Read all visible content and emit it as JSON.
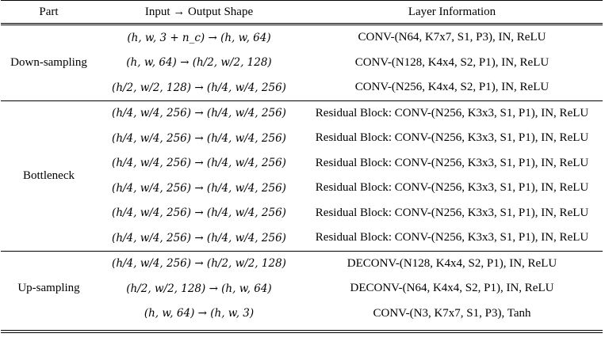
{
  "table": {
    "headers": {
      "part": "Part",
      "shape": "Input → Output Shape",
      "info": "Layer Information"
    },
    "groups": [
      {
        "name": "Down-sampling",
        "rows": [
          {
            "shape": "(h, w, 3 + n_c) → (h, w, 64)",
            "info": "CONV-(N64, K7x7, S1, P3), IN, ReLU"
          },
          {
            "shape": "(h, w, 64) → (h/2, w/2, 128)",
            "info": "CONV-(N128, K4x4, S2, P1), IN, ReLU"
          },
          {
            "shape": "(h/2, w/2, 128) → (h/4, w/4, 256)",
            "info": "CONV-(N256, K4x4, S2, P1), IN, ReLU"
          }
        ]
      },
      {
        "name": "Bottleneck",
        "rows": [
          {
            "shape": "(h/4, w/4, 256) → (h/4, w/4, 256)",
            "info": "Residual Block: CONV-(N256, K3x3, S1, P1), IN, ReLU"
          },
          {
            "shape": "(h/4, w/4, 256) → (h/4, w/4, 256)",
            "info": "Residual Block: CONV-(N256, K3x3, S1, P1), IN, ReLU"
          },
          {
            "shape": "(h/4, w/4, 256) → (h/4, w/4, 256)",
            "info": "Residual Block: CONV-(N256, K3x3, S1, P1), IN, ReLU"
          },
          {
            "shape": "(h/4, w/4, 256) → (h/4, w/4, 256)",
            "info": "Residual Block: CONV-(N256, K3x3, S1, P1), IN, ReLU"
          },
          {
            "shape": "(h/4, w/4, 256) → (h/4, w/4, 256)",
            "info": "Residual Block: CONV-(N256, K3x3, S1, P1), IN, ReLU"
          },
          {
            "shape": "(h/4, w/4, 256) → (h/4, w/4, 256)",
            "info": "Residual Block: CONV-(N256, K3x3, S1, P1), IN, ReLU"
          }
        ]
      },
      {
        "name": "Up-sampling",
        "rows": [
          {
            "shape": "(h/4, w/4, 256) → (h/2, w/2, 128)",
            "info": "DECONV-(N128, K4x4, S2, P1), IN, ReLU"
          },
          {
            "shape": "(h/2, w/2, 128) → (h, w, 64)",
            "info": "DECONV-(N64, K4x4, S2, P1), IN, ReLU"
          },
          {
            "shape": "(h, w, 64) → (h, w, 3)",
            "info": "CONV-(N3, K7x7, S1, P3), Tanh"
          }
        ]
      }
    ]
  }
}
